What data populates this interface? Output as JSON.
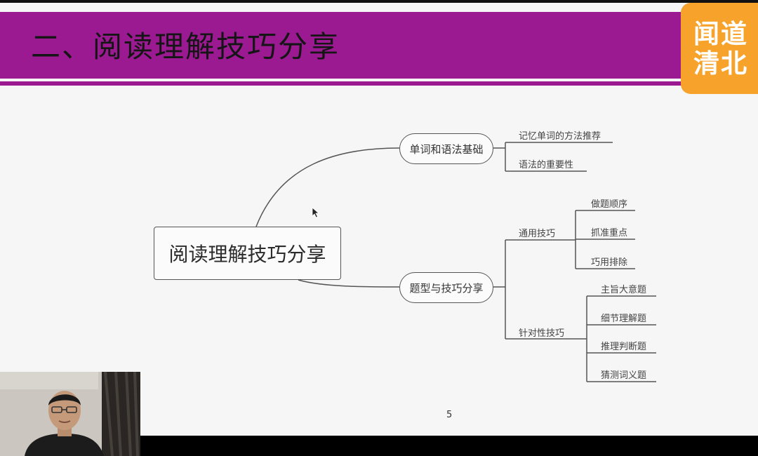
{
  "slide": {
    "title": "二、阅读理解技巧分享",
    "logo_line1": "闻道",
    "logo_line2": "清北",
    "page_number": "5"
  },
  "mindmap": {
    "root": "阅读理解技巧分享",
    "branch1": {
      "label": "单词和语法基础",
      "leaves": [
        "记忆单词的方法推荐",
        "语法的重要性"
      ]
    },
    "branch2": {
      "label": "题型与技巧分享",
      "general": {
        "label": "通用技巧",
        "leaves": [
          "做题顺序",
          "抓准重点",
          "巧用排除"
        ]
      },
      "specific": {
        "label": "针对性技巧",
        "leaves": [
          "主旨大意题",
          "细节理解题",
          "推理判断题",
          "猜测词义题"
        ]
      }
    }
  },
  "colors": {
    "banner": "#9b1a92",
    "logo": "#f7a22a"
  }
}
